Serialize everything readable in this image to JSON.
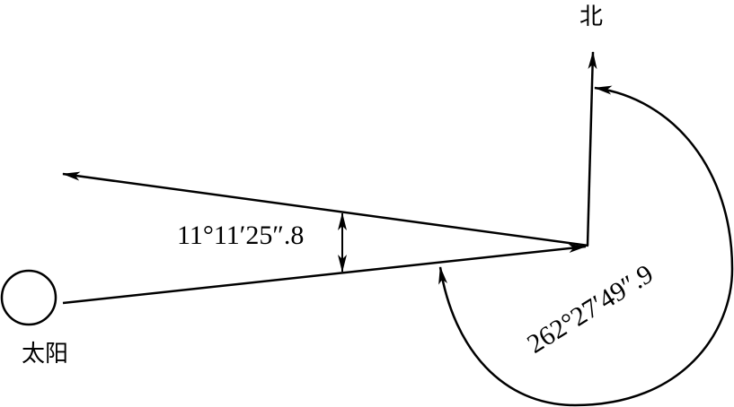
{
  "diagram": {
    "labels": {
      "north": "北",
      "sun": "太阳",
      "small_angle": "11°11′25″.8",
      "large_angle": "262°27′49″.9"
    },
    "elements": {
      "center_point": "observer",
      "sun_symbol": "circle",
      "north_arrow": "arrow-up",
      "target_direction_arrow": "arrow-left",
      "sun_direction_arrow": "arrow-to-center",
      "azimuth_arc": "clockwise arc from sun direction to north"
    },
    "colors": {
      "stroke": "#000000",
      "background": "#ffffff"
    }
  }
}
